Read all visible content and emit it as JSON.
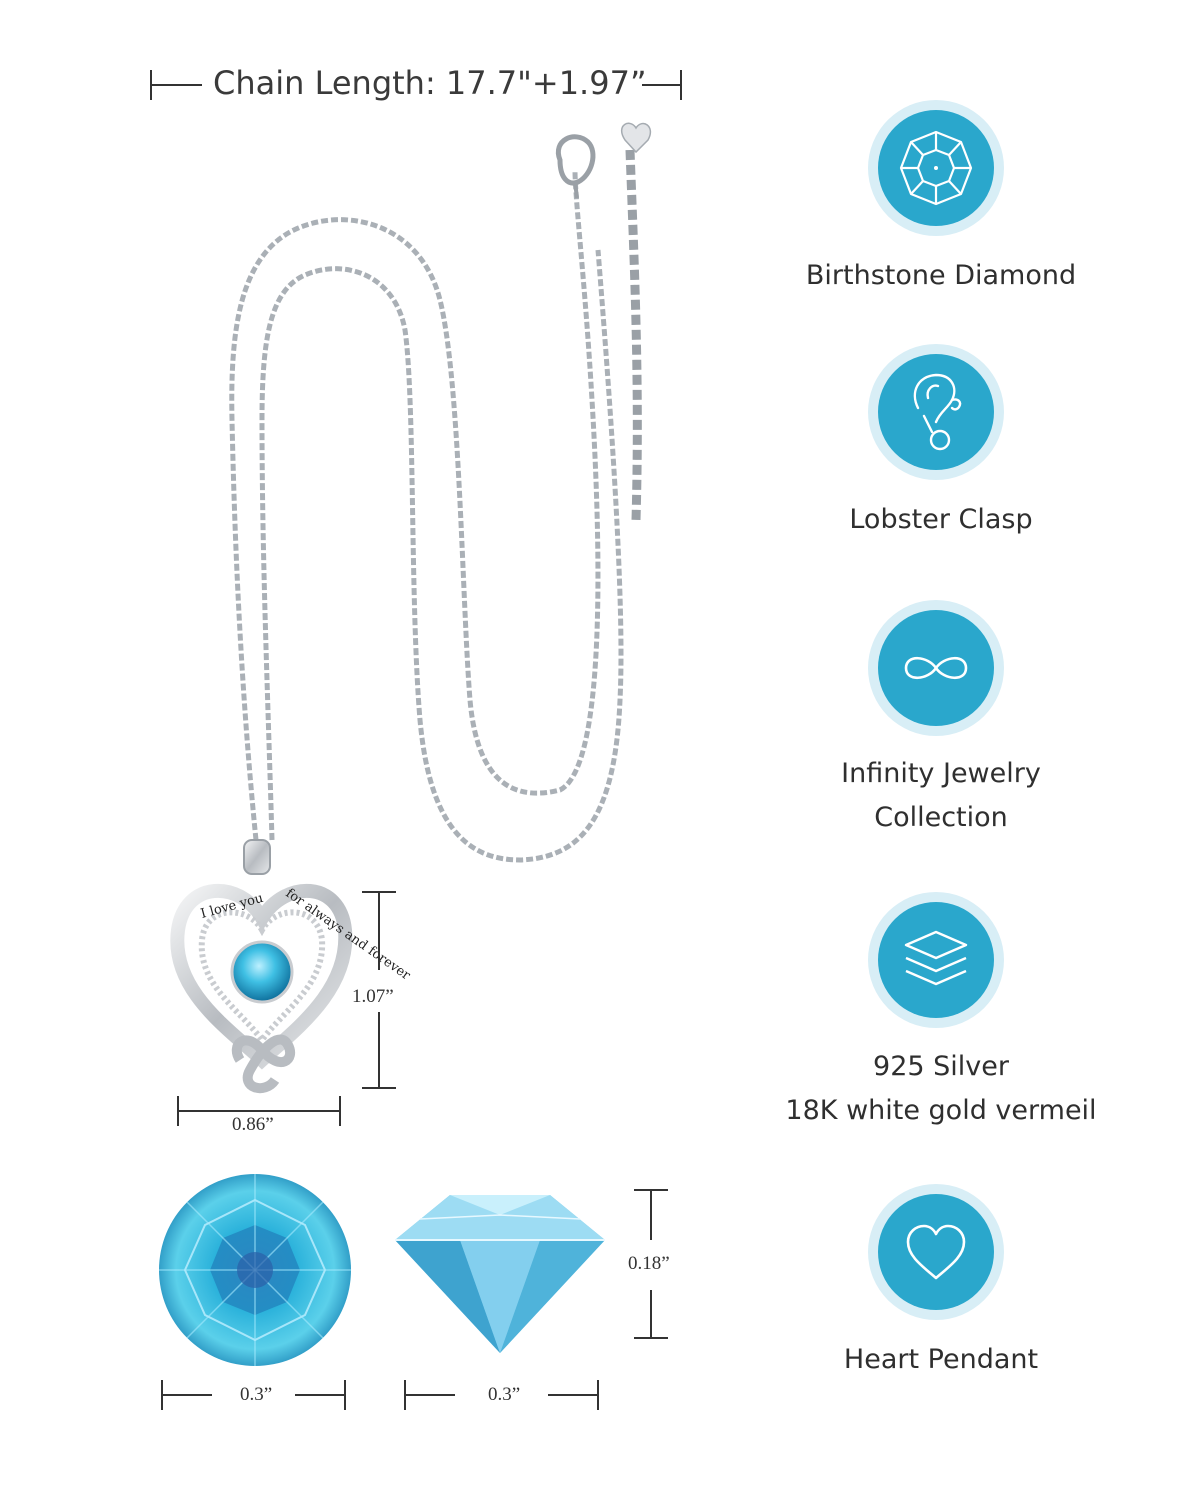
{
  "chain": {
    "label": "Chain Length: 17.7\"+1.97”"
  },
  "pendant": {
    "engraving_left": "I love you",
    "engraving_right": "for always and forever",
    "height": "1.07”",
    "width": "0.86”"
  },
  "stones": {
    "top_view_width": "0.3”",
    "side_view_width": "0.3”",
    "side_view_height": "0.18”"
  },
  "features": [
    {
      "icon": "diamond-icon",
      "label": "Birthstone Diamond"
    },
    {
      "icon": "lobster-clasp-icon",
      "label": "Lobster Clasp"
    },
    {
      "icon": "infinity-icon",
      "label_line1": "Infinity Jewelry",
      "label_line2": "Collection"
    },
    {
      "icon": "layers-icon",
      "label_line1": "925 Silver",
      "label_line2": "18K white gold vermeil"
    },
    {
      "icon": "heart-icon",
      "label": "Heart Pendant"
    }
  ],
  "colors": {
    "accent": "#2aa7cc",
    "accent_ring": "#d8eef6",
    "stone": "#35b4d8",
    "silver": "#b9bdc2"
  }
}
